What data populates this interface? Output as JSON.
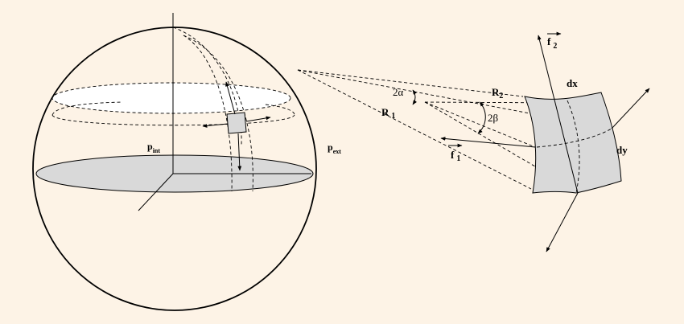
{
  "colors": {
    "background": "#fdf3e6",
    "shaded": "#d9d9d9",
    "line": "#000000",
    "white": "#ffffff"
  },
  "sphere": {
    "p_int": {
      "base": "p",
      "sub": "int"
    },
    "p_ext": {
      "base": "p",
      "sub": "ext"
    }
  },
  "surface": {
    "two_alpha": "2α",
    "two_beta": "2β",
    "r1": {
      "base": "R",
      "sub": "1"
    },
    "r2": {
      "base": "R",
      "sub": "2"
    },
    "f1": {
      "base": "f",
      "sub": "1"
    },
    "f2": {
      "base": "f",
      "sub": "2"
    },
    "dx": "dx",
    "dy": "dy"
  }
}
